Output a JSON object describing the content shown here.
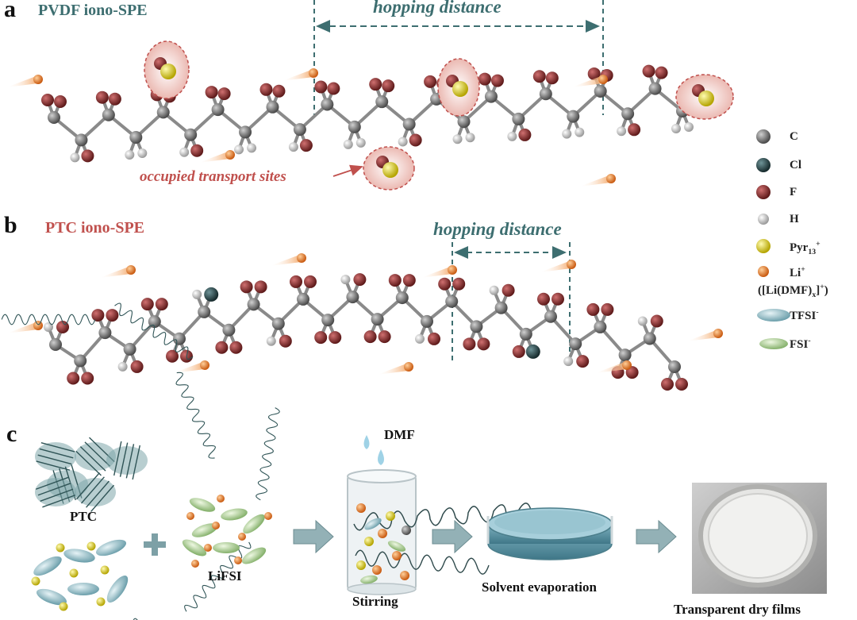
{
  "panels": {
    "a": {
      "letter": "a",
      "title": "PVDF iono-SPE",
      "hopping_label": "hopping distance",
      "occupied_label": "occupied transport sites"
    },
    "b": {
      "letter": "b",
      "title": "PTC iono-SPE",
      "hopping_label": "hopping distance"
    },
    "c": {
      "letter": "c"
    }
  },
  "legend": {
    "items": [
      {
        "label": "C",
        "color": "#6f6f6f"
      },
      {
        "label": "Cl",
        "color": "#2f4a4c"
      },
      {
        "label": "F",
        "color": "#8e3030"
      },
      {
        "label": "H",
        "color": "#c8c8c8"
      },
      {
        "label": "Pyr",
        "sub": "13",
        "sup": "+",
        "color": "#d8c81c"
      },
      {
        "label": "Li",
        "sup": "+",
        "color": "#e8772a"
      }
    ],
    "li_note_1": "([Li(DMF)",
    "li_note_sub": "x",
    "li_note_2": "]",
    "li_note_sup": "+",
    "li_note_3": ")",
    "tfsi": {
      "label": "TFSI",
      "sup": "-",
      "color": "#8fbcc6"
    },
    "fsi": {
      "label": "FSI",
      "sup": "-",
      "color": "#a9cf8a"
    }
  },
  "process": {
    "ptc_label": "PTC",
    "lifsi_label": "LiFSI",
    "dmf_label": "DMF",
    "stirring_label": "Stirring",
    "evaporation_label": "Solvent evaporation",
    "films_label": "Transparent dry films"
  },
  "colors": {
    "carbon": "#6f6f6f",
    "fluorine": "#8e3030",
    "hydrogen": "#d4d4d4",
    "chlorine": "#2f4a4c",
    "pyr": "#d8c81c",
    "li": "#e8772a",
    "teal": "#3d6e70",
    "red": "#c0504d",
    "arrow": "#8aa5aa"
  }
}
